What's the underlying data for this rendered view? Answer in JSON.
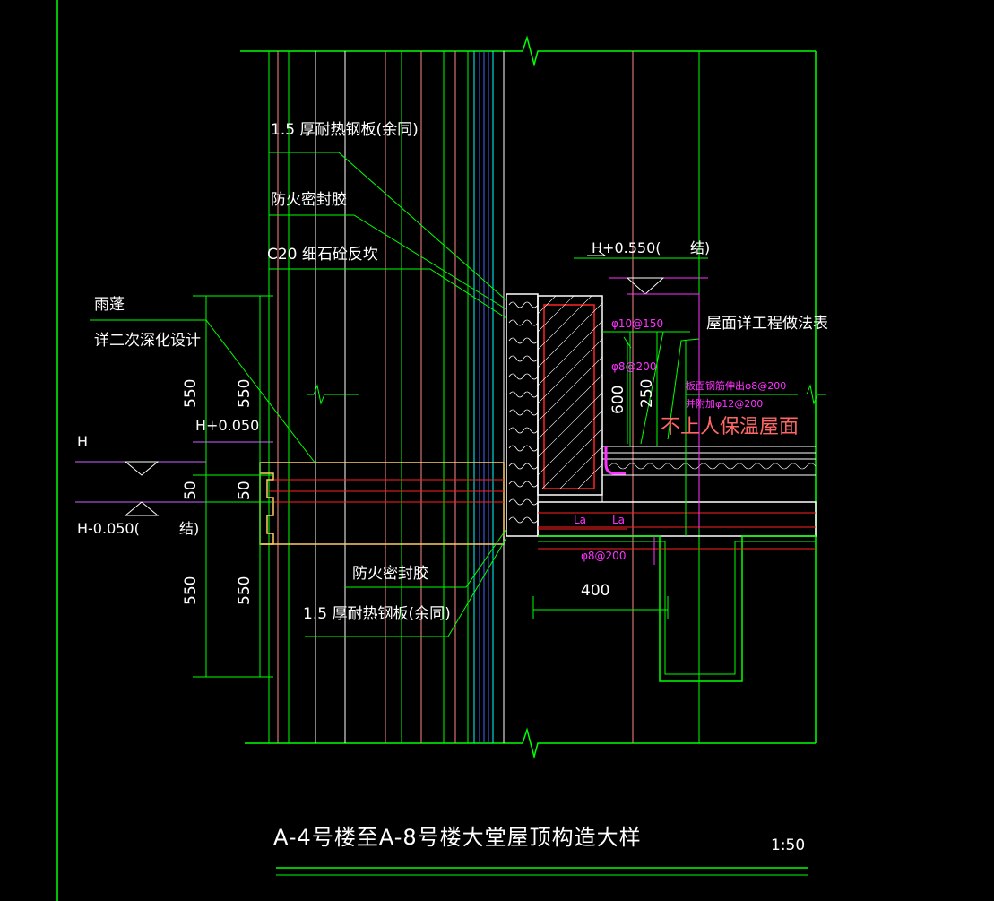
{
  "colors": {
    "background": "#000000",
    "green": "#00ff00",
    "white": "#ffffff",
    "magenta": "#ff33ff",
    "red": "#ff2222",
    "pink": "#ff8888",
    "blue": "#4466ff",
    "cyan": "#00ffff",
    "yellow": "#ffff66"
  },
  "labels": {
    "steel_plate_top": "1.5  厚耐热钢板(余同)",
    "fire_sealant_top": "防火密封胶",
    "c20_upturn": "C20  细石砼反坎",
    "canopy": "雨蓬",
    "canopy_note": "详二次深化设计",
    "roof_ref": "屋面详工程做法表",
    "insulated_roof": "不上人保温屋面",
    "fire_sealant_bottom": "防火密封胶",
    "steel_plate_bottom": "1.5  厚耐热钢板(余同)",
    "elev_top": "H+0.550(",
    "elev_top_suffix": "结)",
    "elev_h050": "H+0.050",
    "elev_h": "H",
    "elev_bottom": "H-0.050(",
    "elev_bottom_suffix": "结)"
  },
  "rebar": {
    "r1": "φ10@150",
    "r2": "φ8@200",
    "r3": "板面钢筋伸出φ8@200",
    "r4": "并附加φ12@200",
    "r5": "φ8@200",
    "la1": "La",
    "la2": "La"
  },
  "dimensions": {
    "d550_a": "550",
    "d550_b": "550",
    "d50_a": "50",
    "d50_b": "50",
    "d550_c": "550",
    "d550_d": "550",
    "d600": "600",
    "d250": "250",
    "d400": "400"
  },
  "title": {
    "main": "A-4号楼至A-8号楼大堂屋顶构造大样",
    "scale": "1:50"
  }
}
